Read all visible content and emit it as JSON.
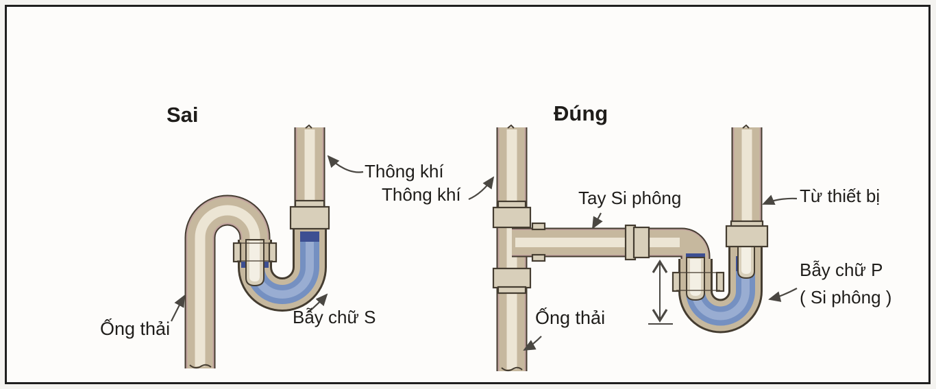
{
  "figure": {
    "type": "plumbing-trap-comparison-diagram",
    "left_panel": {
      "title": "Sai",
      "labels": {
        "vent": "Thông khí",
        "waste_pipe": "Ống thải",
        "trap": "Bẫy chữ S"
      }
    },
    "right_panel": {
      "title": "Đúng",
      "labels": {
        "vent": "Thông khí",
        "trap_arm": "Tay Si phông",
        "from_fixture": "Từ thiết bị",
        "trap_line1": "Bẫy chữ P",
        "trap_line2": "( Si phông )",
        "waste_pipe": "Ống thải"
      }
    },
    "colors": {
      "bg_outer": "#f4f3f0",
      "bg_inner": "#fdfcfa",
      "frame": "#1f1f1f",
      "outline": "#443c30",
      "pipe": "#c6b89e",
      "pipe_edge": "#c2a39f",
      "pipe_light": "#ece5d4",
      "hub": "#d8cfba",
      "bore": "#f3efe4",
      "water": "#7590c1",
      "water_light": "#99add2",
      "water_dark": "#3d4f92",
      "arrow": "#4a4742",
      "text": "#1f1d1a"
    }
  }
}
